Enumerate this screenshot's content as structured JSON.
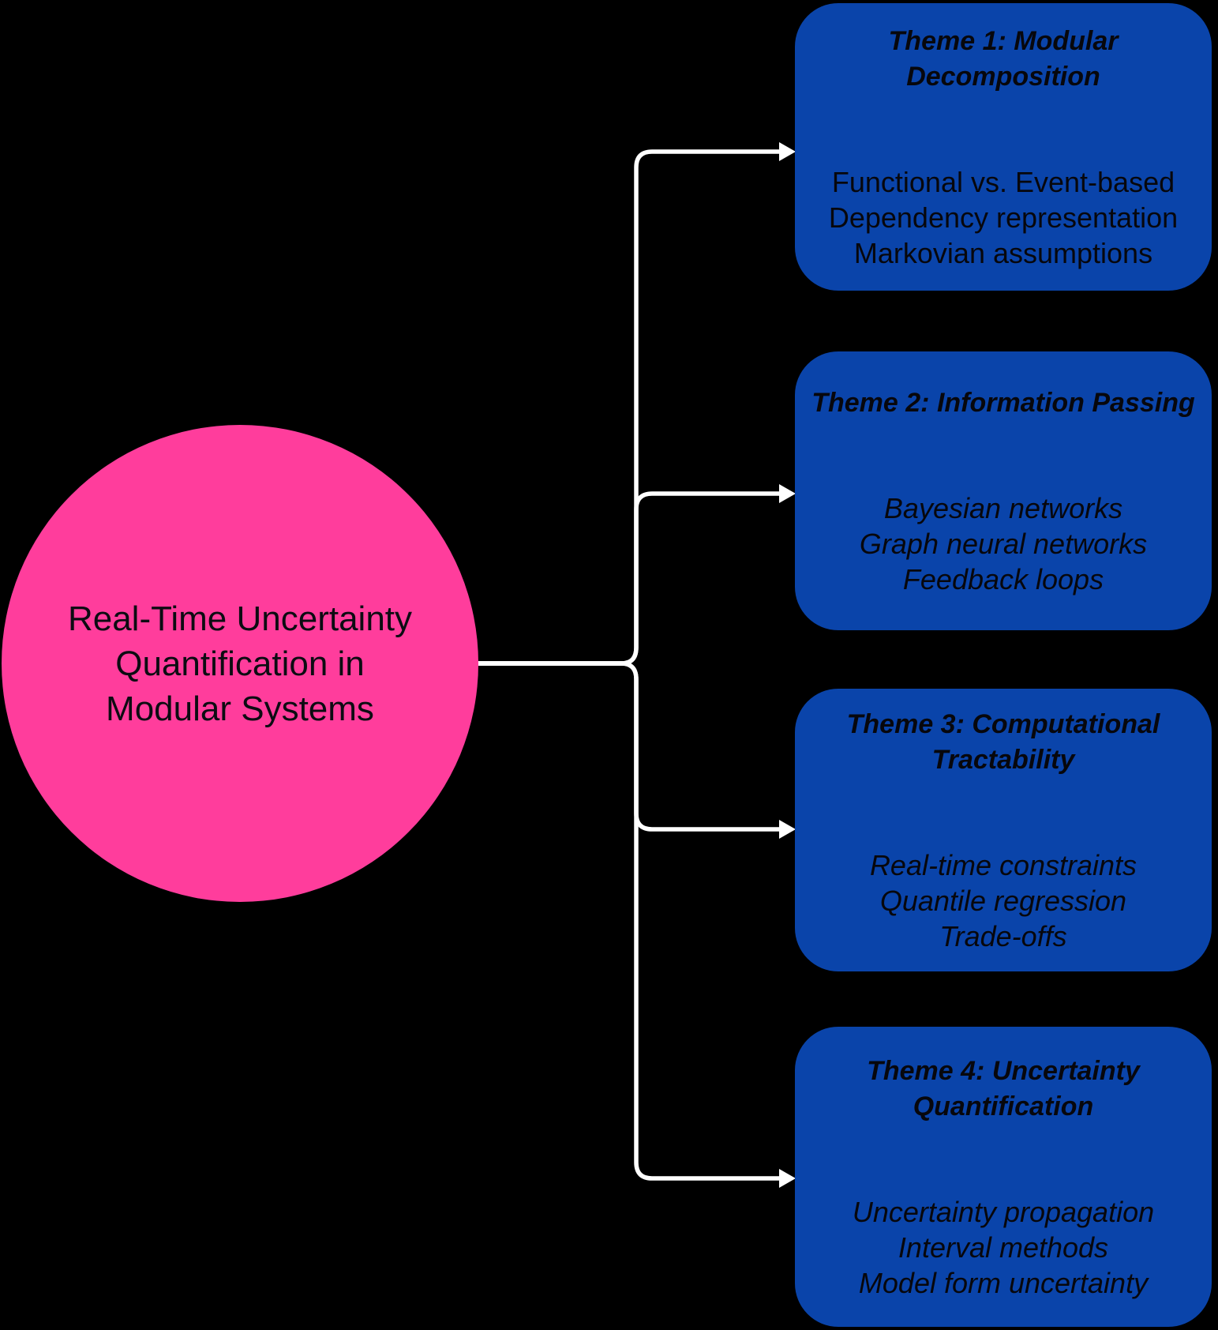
{
  "diagram": {
    "background_color": "#000000",
    "connector_color": "#FFFFFF",
    "center_node": {
      "color": "#FF3D9C",
      "text_color": "#0C0C12",
      "label_lines": [
        "Real-Time Uncertainty",
        "Quantification in",
        "Modular Systems"
      ]
    },
    "themes": [
      {
        "color": "#0A44AA",
        "title_lines": [
          "Theme 1: Modular",
          "Decomposition"
        ],
        "items": [
          "Functional vs. Event-based",
          "Dependency representation",
          "Markovian assumptions"
        ]
      },
      {
        "color": "#0A44AA",
        "title_lines": [
          "Theme 2: Information Passing"
        ],
        "items": [
          "Bayesian networks",
          "Graph neural networks",
          "Feedback loops"
        ]
      },
      {
        "color": "#0A44AA",
        "title_lines": [
          "Theme 3: Computational",
          "Tractability"
        ],
        "items": [
          "Real-time constraints",
          "Quantile regression",
          "Trade-offs"
        ]
      },
      {
        "color": "#0A44AA",
        "title_lines": [
          "Theme 4: Uncertainty",
          "Quantification"
        ],
        "items": [
          "Uncertainty propagation",
          "Interval methods",
          "Model form uncertainty"
        ]
      }
    ]
  }
}
